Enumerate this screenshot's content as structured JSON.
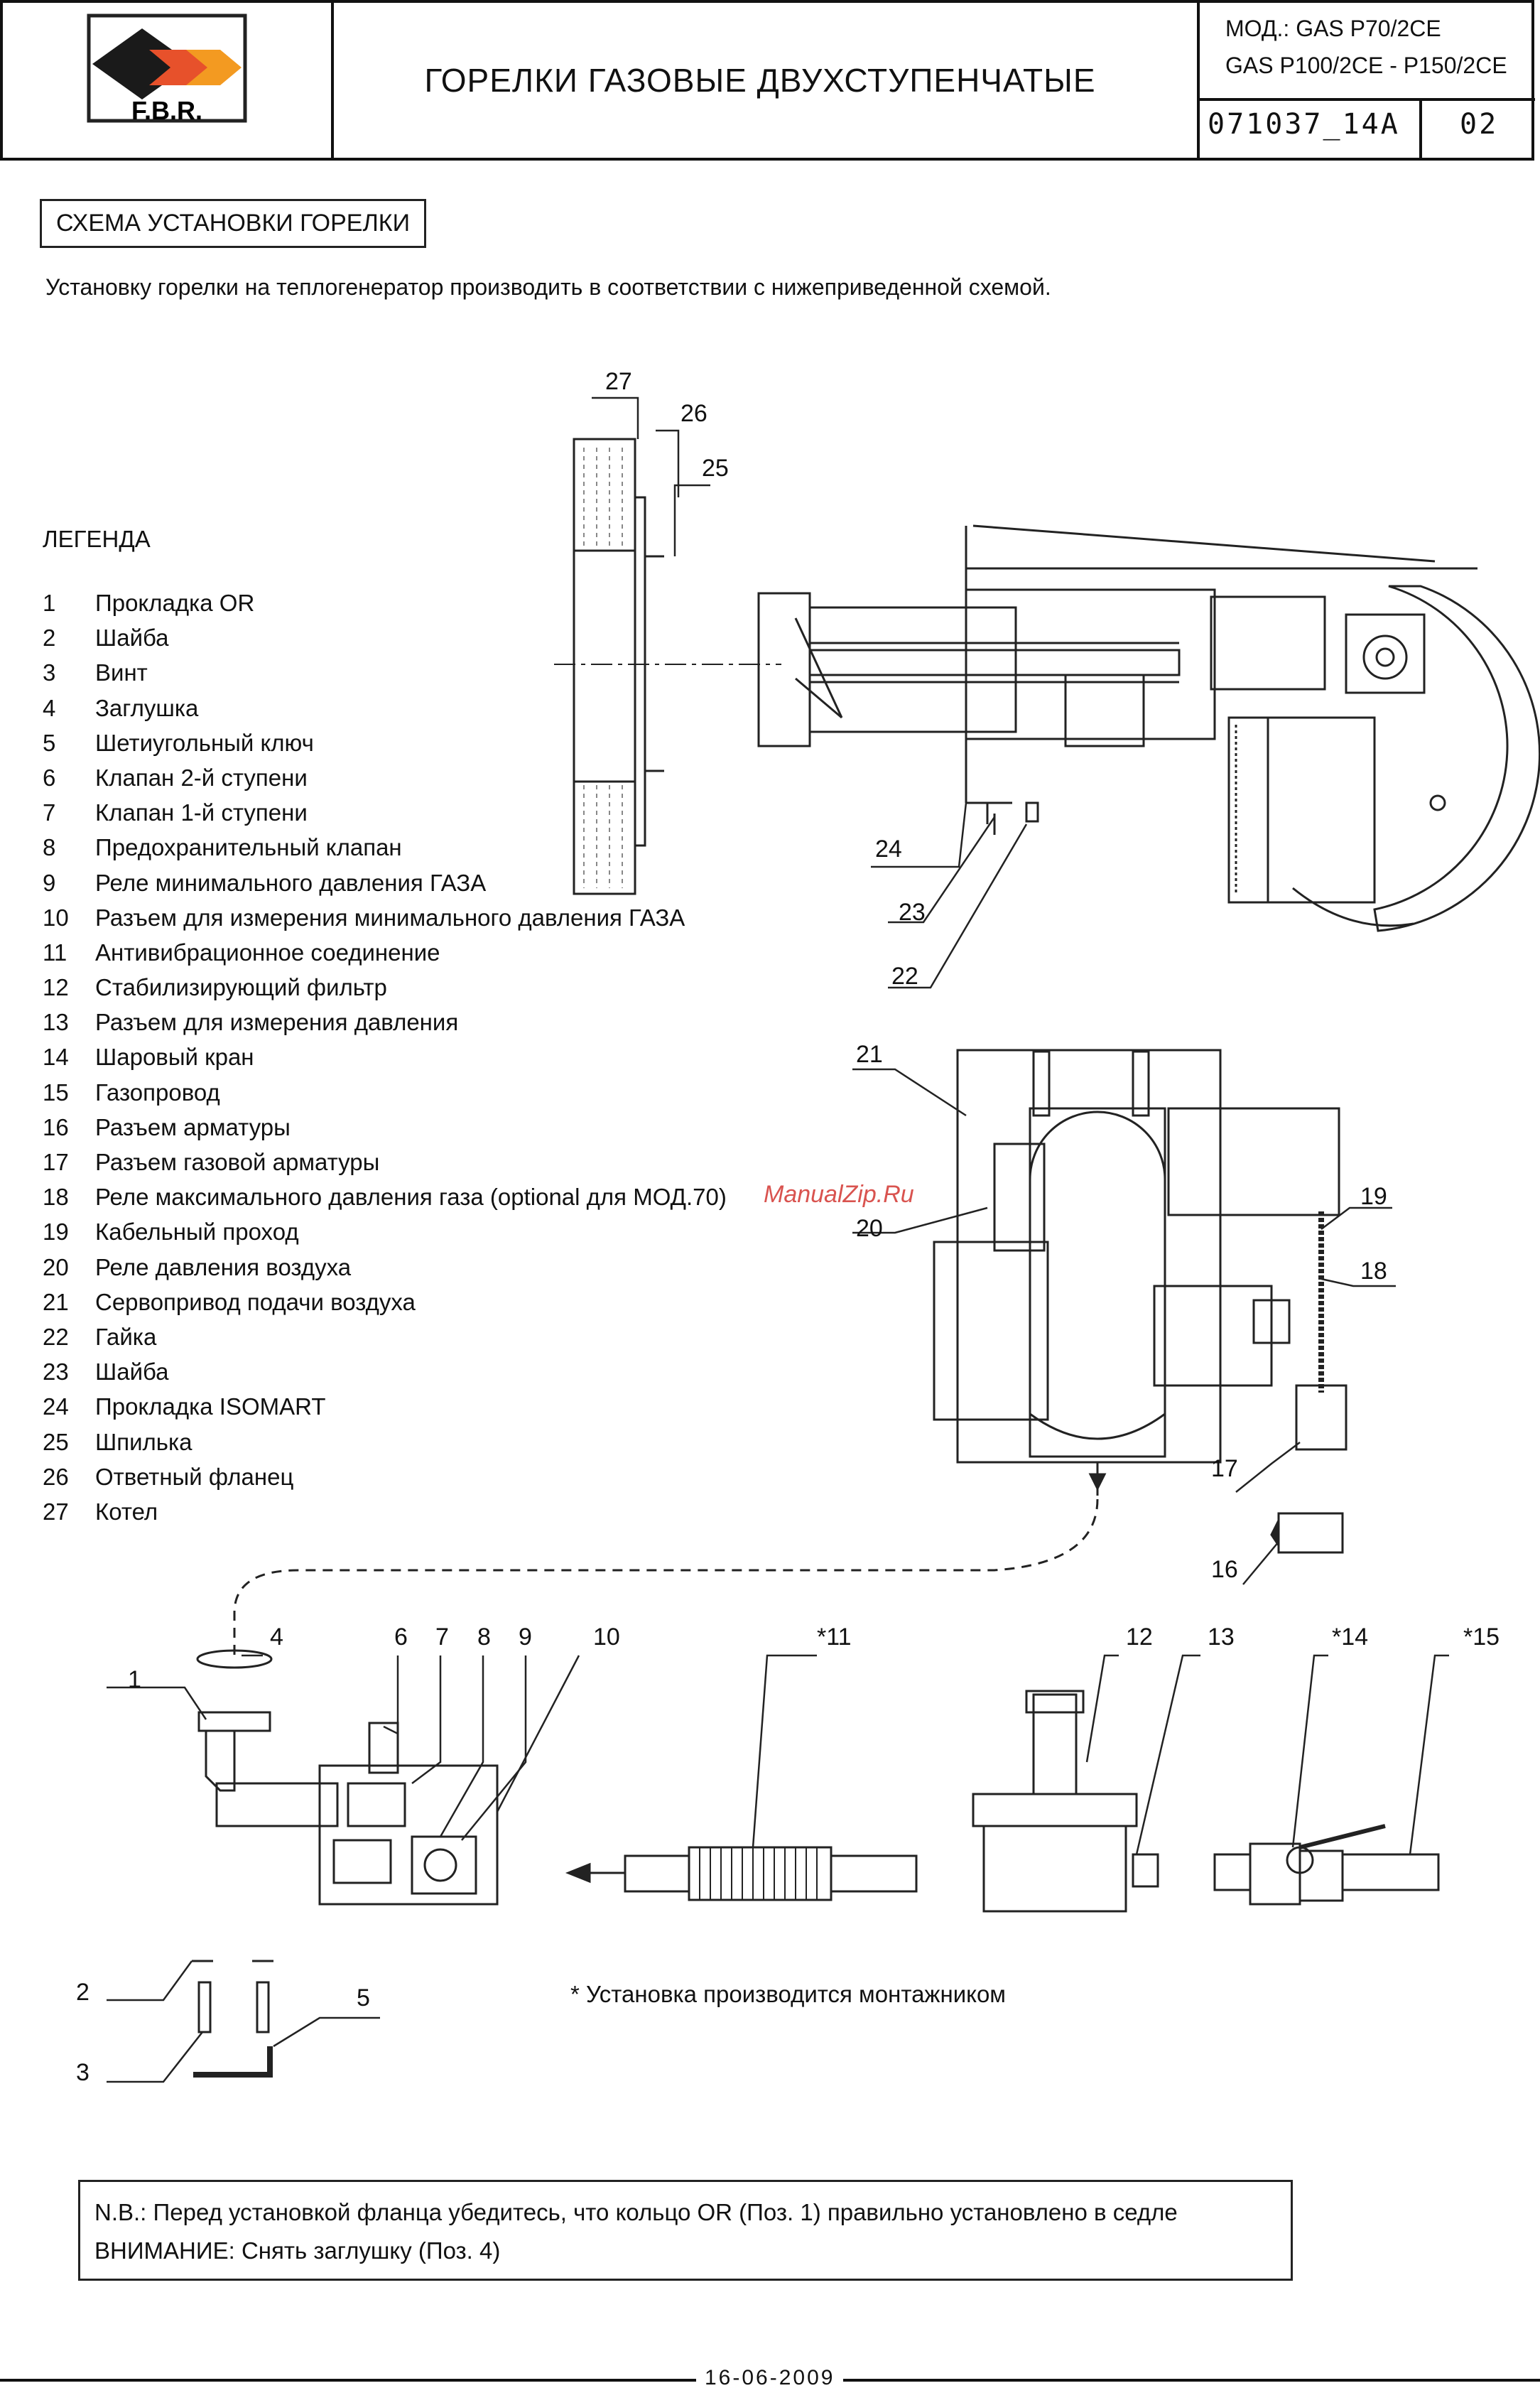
{
  "header": {
    "logo_text": "F.B.R.",
    "title": "ГОРЕЛКИ ГАЗОВЫЕ ДВУХСТУПЕНЧАТЫЕ",
    "model_line_1": "МОД.: GAS P70/2CE",
    "model_line_2": "GAS P100/2CE - P150/2CE",
    "doc_number": "071037_14A",
    "sheet": "02"
  },
  "section_title": "СХЕМА УСТАНОВКИ ГОРЕЛКИ",
  "intro_text": "Установку горелки на теплогенератор производить в соответствии с нижеприведенной схемой.",
  "legend": {
    "title": "ЛЕГЕНДА",
    "items": [
      {
        "num": "1",
        "label": "Прокладка OR"
      },
      {
        "num": "2",
        "label": "Шайба"
      },
      {
        "num": "3",
        "label": "Винт"
      },
      {
        "num": "4",
        "label": "Заглушка"
      },
      {
        "num": "5",
        "label": "Шетиугольный ключ"
      },
      {
        "num": "6",
        "label": "Клапан 2-й ступени"
      },
      {
        "num": "7",
        "label": "Клапан 1-й ступени"
      },
      {
        "num": "8",
        "label": "Предохранительный клапан"
      },
      {
        "num": "9",
        "label": "Реле минимального давления ГАЗА"
      },
      {
        "num": "10",
        "label": "Разъем для измерения минимального давления ГАЗА"
      },
      {
        "num": "11",
        "label": "Антивибрационное соединение"
      },
      {
        "num": "12",
        "label": "Стабилизирующий фильтр"
      },
      {
        "num": "13",
        "label": "Разъем для измерения давления"
      },
      {
        "num": "14",
        "label": "Шаровый кран"
      },
      {
        "num": "15",
        "label": "Газопровод"
      },
      {
        "num": "16",
        "label": "Разъем арматуры"
      },
      {
        "num": "17",
        "label": "Разъем газовой арматуры"
      },
      {
        "num": "18",
        "label": "Реле максимального давления газа (optional для МОД.70)"
      },
      {
        "num": "19",
        "label": "Кабельный проход"
      },
      {
        "num": "20",
        "label": "Реле давления воздуха"
      },
      {
        "num": "21",
        "label": "Сервопривод подачи воздуха"
      },
      {
        "num": "22",
        "label": "Гайка"
      },
      {
        "num": "23",
        "label": "Шайба"
      },
      {
        "num": "24",
        "label": "Прокладка ISOMART"
      },
      {
        "num": "25",
        "label": "Шпилька"
      },
      {
        "num": "26",
        "label": "Ответный фланец"
      },
      {
        "num": "27",
        "label": "Котел"
      }
    ]
  },
  "callouts": {
    "c27": "27",
    "c26": "26",
    "c25": "25",
    "c24": "24",
    "c23": "23",
    "c22": "22",
    "c21": "21",
    "c20": "20",
    "c19": "19",
    "c18": "18",
    "c17": "17",
    "c16": "16",
    "c1": "1",
    "c2": "2",
    "c3": "3",
    "c4": "4",
    "c5": "5",
    "c6": "6",
    "c7": "7",
    "c8": "8",
    "c9": "9",
    "c10": "10",
    "c11": "*11",
    "c12": "12",
    "c13": "13",
    "c14": "*14",
    "c15": "*15"
  },
  "watermark": "ManualZip.Ru",
  "installer_note": "*  Установка производится монтажником",
  "notes": {
    "nb": "N.B.: Перед установкой фланца убедитесь, что кольцо OR (Поз. 1) правильно установлено в седле",
    "warning": "ВНИМАНИЕ: Снять заглушку (Поз. 4)"
  },
  "footer_date": "16-06-2009"
}
